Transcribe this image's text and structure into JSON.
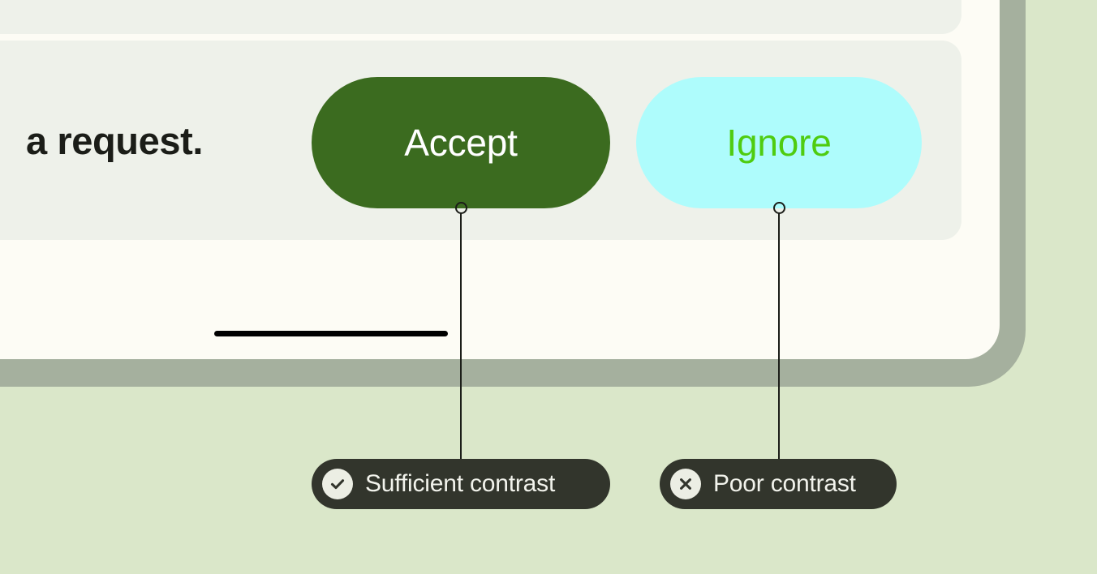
{
  "page": {
    "background_color": "#dae7c9",
    "card_face_color": "#fdfcf5",
    "card_border_color": "#a5b09e",
    "panel_color": "#eef1ea"
  },
  "content": {
    "headline_fragment": "a request."
  },
  "actions": [
    {
      "key": "accept",
      "label": "Accept",
      "background_color": "#3b6b1f",
      "text_color": "#ffffff",
      "annotation_key": "sufficient"
    },
    {
      "key": "ignore",
      "label": "Ignore",
      "background_color": "#aefcfc",
      "text_color": "#4fcc10",
      "annotation_key": "poor"
    }
  ],
  "annotations": [
    {
      "key": "sufficient",
      "label": "Sufficient contrast",
      "icon": "check-circle-icon",
      "pill_color": "#32352c",
      "icon_circle_color": "#eceee4",
      "text_color": "#f2f3ec"
    },
    {
      "key": "poor",
      "label": "Poor contrast",
      "icon": "x-circle-icon",
      "pill_color": "#32352c",
      "icon_circle_color": "#eceee4",
      "text_color": "#f2f3ec"
    }
  ],
  "decor": {
    "rule_color": "#000000",
    "connector_color": "#1b1d18"
  }
}
